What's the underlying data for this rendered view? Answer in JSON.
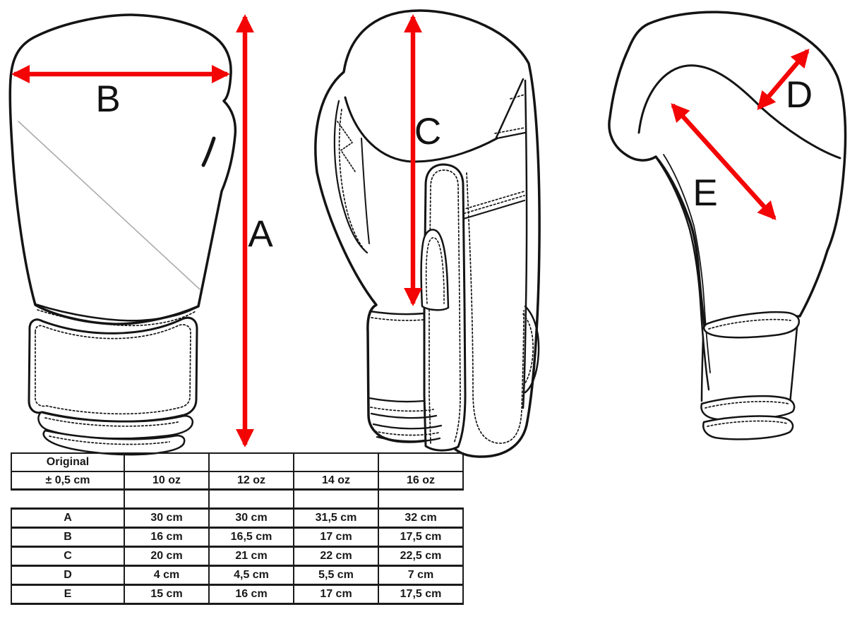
{
  "colors": {
    "arrow_red": "#f30505",
    "outline_black": "#141414",
    "seam_gray": "#ababab"
  },
  "diagram": {
    "views": [
      {
        "id": "front-view",
        "description": "boxing glove front/back view with width B and height A arrows"
      },
      {
        "id": "palm-view",
        "description": "boxing glove palm side view with knuckle-height C arrow"
      },
      {
        "id": "thumb-view",
        "description": "boxing glove thumb side view with D and E diagonal arrows"
      }
    ],
    "dimension_labels": {
      "A": "A",
      "B": "B",
      "C": "C",
      "D": "D",
      "E": "E"
    }
  },
  "size_table": {
    "corner": {
      "line1": "Original",
      "line2": "± 0,5 cm"
    },
    "size_columns": [
      "10 oz",
      "12 oz",
      "14 oz",
      "16 oz"
    ],
    "rows": [
      {
        "dim": "A",
        "values": [
          "30 cm",
          "30 cm",
          "31,5 cm",
          "32 cm"
        ]
      },
      {
        "dim": "B",
        "values": [
          "16 cm",
          "16,5 cm",
          "17 cm",
          "17,5 cm"
        ]
      },
      {
        "dim": "C",
        "values": [
          "20 cm",
          "21 cm",
          "22 cm",
          "22,5 cm"
        ]
      },
      {
        "dim": "D",
        "values": [
          "4 cm",
          "4,5 cm",
          "5,5 cm",
          "7 cm"
        ]
      },
      {
        "dim": "E",
        "values": [
          "15 cm",
          "16 cm",
          "17 cm",
          "17,5 cm"
        ]
      }
    ]
  }
}
